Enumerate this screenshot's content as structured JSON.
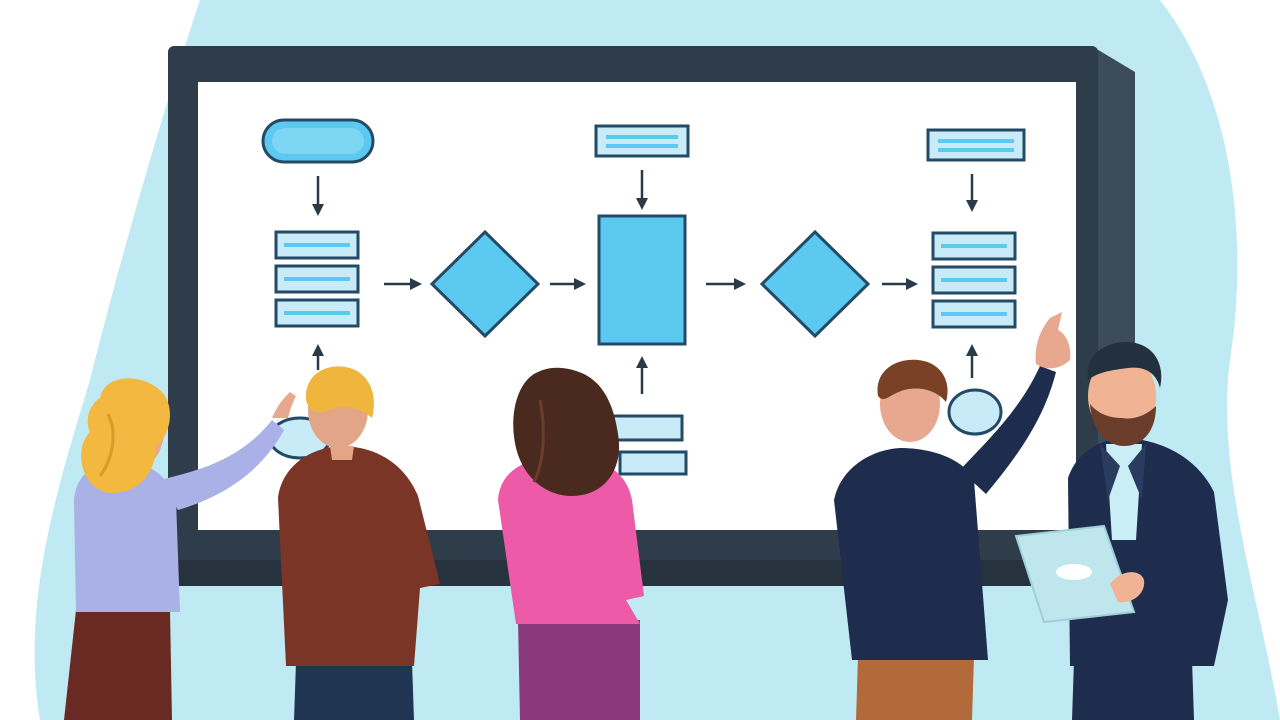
{
  "scene": {
    "subject": "team-flowchart-discussion",
    "colors": {
      "backdrop": "#bfeaf3",
      "screen_frame": "#2f3d4a",
      "screen_frame_side": "#3d4c5a",
      "screen_surface": "#ffffff",
      "shape_fill": "#5ccaf0",
      "shape_stroke": "#234a66",
      "line_fill": "#c9eaf7",
      "arrow": "#2b3a47"
    },
    "people": [
      {
        "role": "woman-blonde-pointing",
        "hair": "#f2b840",
        "top": "#a9b1e6",
        "bottom": "#6a2a24"
      },
      {
        "role": "man-blonde-brown-jacket",
        "hair": "#f0b53c",
        "top": "#7a3526",
        "bottom": "#1f3552"
      },
      {
        "role": "woman-brunette-pink-top",
        "hair": "#4a2a1e",
        "top": "#ec5aa8",
        "bottom": "#8a3a7a"
      },
      {
        "role": "man-navy-jacket-pointing",
        "hair": "#7a4127",
        "top": "#1e2d4e",
        "bottom": "#b36a3a"
      },
      {
        "role": "man-bearded-with-tablet",
        "hair": "#23313e",
        "top": "#1e2d4e",
        "bottom": "#1e2d4e"
      }
    ]
  }
}
